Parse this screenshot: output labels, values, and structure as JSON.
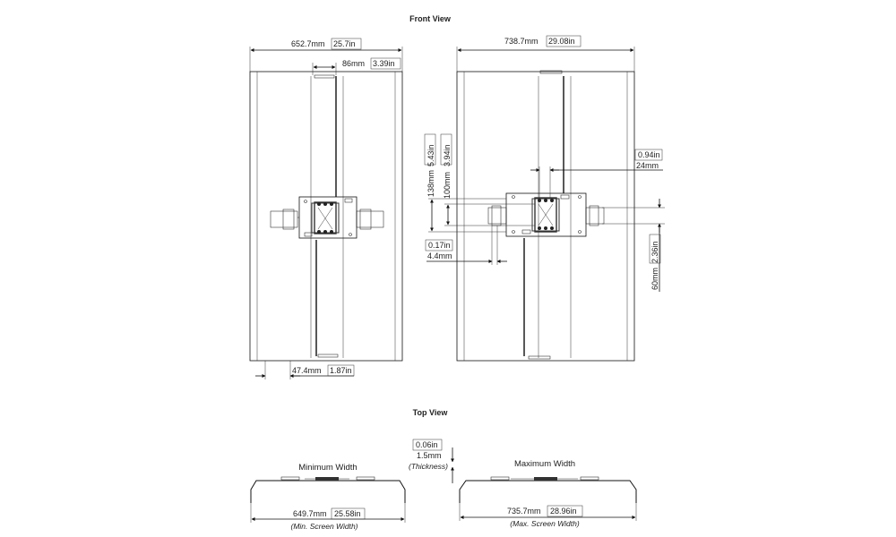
{
  "front_view": {
    "title": "Front View",
    "left": {
      "width_mm": "652.7mm",
      "width_in": "25.7in",
      "rail_mm": "86mm",
      "rail_in": "3.39in",
      "offset_mm": "47.4mm",
      "offset_in": "1.87in"
    },
    "right": {
      "width_mm": "738.7mm",
      "width_in": "29.08in",
      "h138_mm": "138mm",
      "h138_in": "5.43in",
      "h100_mm": "100mm",
      "h100_in": "3.94in",
      "w24_in": "0.94in",
      "w24_mm": "24mm",
      "w44_in": "0.17in",
      "w44_mm": "4.4mm",
      "h60_mm": "60mm",
      "h60_in": "2.36in"
    }
  },
  "top_view": {
    "title": "Top View",
    "thickness_in": "0.06in",
    "thickness_mm": "1.5mm",
    "thickness_label": "(Thickness)",
    "min": {
      "label": "Minimum Width",
      "mm": "649.7mm",
      "in": "25.58in",
      "caption": "(Min. Screen Width)"
    },
    "max": {
      "label": "Maximum Width",
      "mm": "735.7mm",
      "in": "28.96in",
      "caption": "(Max. Screen Width)"
    }
  }
}
